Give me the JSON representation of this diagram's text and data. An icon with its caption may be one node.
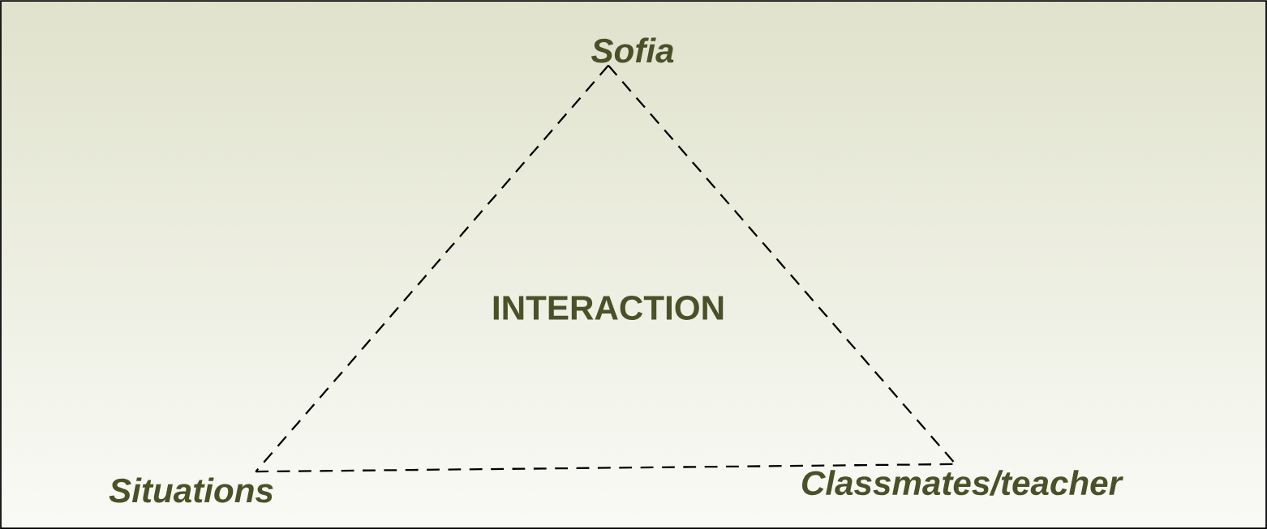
{
  "diagram": {
    "nodes": [
      {
        "text": [
          "Sofia"
        ]
      },
      {
        "text": [
          "Situations"
        ]
      },
      {
        "text": [
          "Classmates/teacher"
        ]
      }
    ],
    "edges": [
      {
        "from": 0,
        "to": 1,
        "arrow": "none",
        "style": "dashed"
      },
      {
        "from": 0,
        "to": 2,
        "arrow": "none",
        "style": "dashed"
      },
      {
        "from": 1,
        "to": 2,
        "arrow": "none",
        "style": "dashed"
      }
    ],
    "labels": [
      "INTERACTION"
    ]
  }
}
